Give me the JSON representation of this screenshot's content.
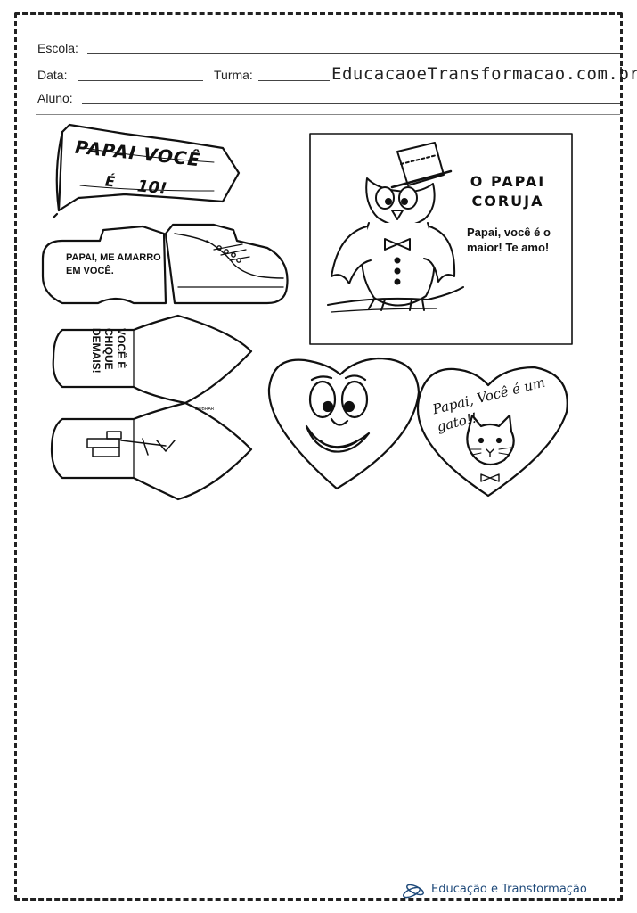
{
  "header": {
    "escola_label": "Escola:",
    "data_label": "Data:",
    "turma_label": "Turma:",
    "aluno_label": "Aluno:",
    "site": "EducacaoeTransformacao.com.br"
  },
  "banner": {
    "line1": "PAPAI VOCÊ",
    "line2a": "É",
    "line2b": "10!"
  },
  "shoe": {
    "message": "PAPAI, ME AMARRO EM VOCÊ."
  },
  "tie": {
    "message": "VOCÊ É CHIQUE DEMAIS!",
    "fold_label": "DOBRAR"
  },
  "owl_card": {
    "title": "O PAPAI CORUJA",
    "message": "Papai, você é o maior! Te amo!"
  },
  "heart_card": {
    "message": "Papai, Você é um gato!!"
  },
  "footer": {
    "brand": "Educação e Transformação"
  },
  "colors": {
    "ink": "#111111",
    "brand": "#1f4a7a"
  }
}
